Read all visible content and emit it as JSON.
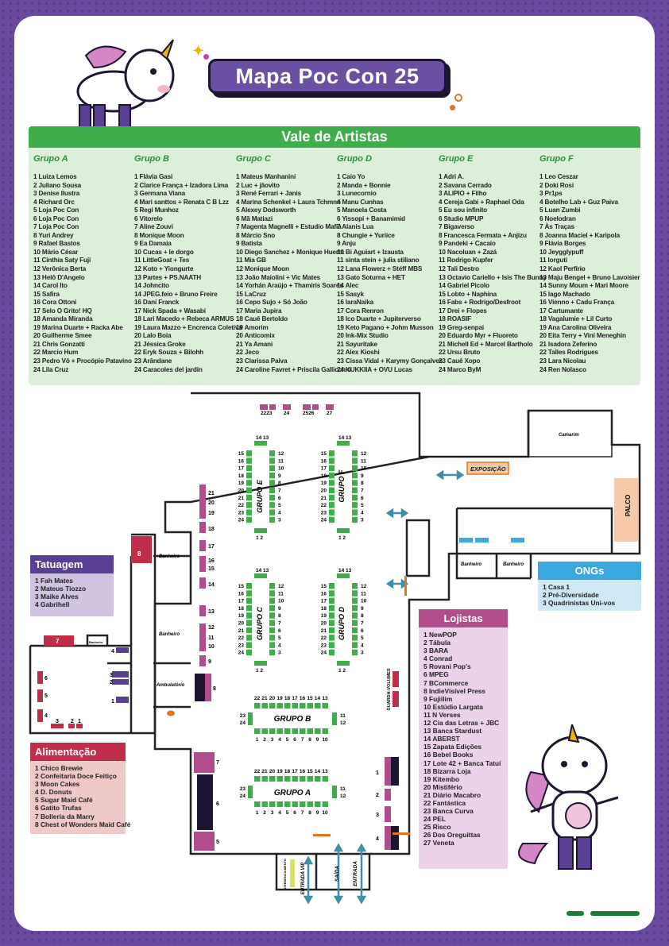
{
  "title": "Mapa Poc Con 25",
  "artists": {
    "heading": "Vale de Artistas",
    "groups": [
      {
        "name": "Grupo A",
        "items": [
          "1 Luiza Lemos",
          "2 Juliano Sousa",
          "3 Denise Ilustra",
          "4 Richard Orc",
          "5 Loja Poc Con",
          "6 Loja Poc Con",
          "7 Loja Poc Con",
          "8 Yuri Andrey",
          "9 Rafael Bastos",
          "10 Mário César",
          "11 Cinthia Saty Fuji",
          "12 Verônica Berta",
          "13 Helô D'Angelo",
          "14 Carol Ito",
          "15 Safira",
          "16 Cora Ottoni",
          "17 Selo O Grito! HQ",
          "18 Amanda Miranda",
          "19 Marina Duarte + Racka Abe",
          "20 Guilherme Smee",
          "21 Chris Gonzatti",
          "22 Marcio Hum",
          "23 Pedro Vô + Procópio Patavino",
          "24 Lila Cruz"
        ]
      },
      {
        "name": "Grupo B",
        "items": [
          "1 Flávia Gasi",
          "2 Clarice França + Izadora Lima",
          "3 Germana Viana",
          "4 Mari santtos + Renata C B Lzz",
          "5 Regi Munhoz",
          "6 Vitorelo",
          "7 Aline Zouvi",
          "8 Monique Moon",
          "9 Ea Damaia",
          "10 Cucas + le dorgo",
          "11 LittleGoat + Tes",
          "12 Koto + Yiongurte",
          "13 Partes + PS.NAATH",
          "14 Johncito",
          "14 JPEG.feio + Bruno Freire",
          "16 Dani Franck",
          "17 Nick Spada + Wasabi",
          "18 Lari Macedo + Rebeca ARMUS",
          "19 Laura Mazzo + Encrenca Coletiva",
          "20 Lalo Boia",
          "21 Jéssica Groke",
          "22 Eryk Souza + Bilohh",
          "23 Arândane",
          "24 Caracoles del jardín"
        ]
      },
      {
        "name": "Grupo C",
        "items": [
          "1 Mateus Manhanini",
          "2 Luc + jãovito",
          "3 René Ferrari + Janis",
          "4 Marina Schenkel + Laura Tchmnn",
          "5 Alexey Dodsworth",
          "6 Mã Matiazi",
          "7 Magenta Magnelli + Estudio Mafia",
          "8 Márcio Sno",
          "9 Batista",
          "10 Diego Sanchez + Monique Huerta",
          "11 Mia GB",
          "12 Monique Moon",
          "13 João Maiolini + Vic Mates",
          "14 Yorhán Araújo + Thamiris Soares",
          "15 LaCruz",
          "16 Cepo Sujo + Só João",
          "17 Maria Jupira",
          "18 Cauê Bertoldo",
          "19 Amorim",
          "20 Anticomix",
          "21 Ya Amani",
          "22 Jeco",
          "23 Clarissa Paiva",
          "24 Caroline Favret + Priscila Gallicchio"
        ]
      },
      {
        "name": "Grupo D",
        "items": [
          "1 Caio Yo",
          "2 Manda + Bonnie",
          "3 Lunecornio",
          "4 Manu Cunhas",
          "5 Manoela Costa",
          "6 Yissopi + Banamimid",
          "7 Alanis Lua",
          "8 Chungie + Yuriice",
          "9 Anju",
          "10 Bi Aguiart + Izausta",
          "11 sinta stein + julia stiliano",
          "12 Lana Flowerz + Stéff MBS",
          "13 Gato Soturna + HET",
          "14 Alec",
          "15 Sasyk",
          "16 laraNaika",
          "17 Cora Renron",
          "18 Ico Duarte + Jupiterverso",
          "19 Keto Pagano + Johm Musson",
          "20 Ink-Mix Studio",
          "21 Sayuritake",
          "22 Alex Kioshi",
          "23 Cissa Vidal + Karymy Gonçalves",
          "24 KUKKIIA + OVU Lucas"
        ]
      },
      {
        "name": "Grupo E",
        "items": [
          "1 Adri A.",
          "2 Savana Cerrado",
          "3 ALIPIO + Filho",
          "4 Cereja Gabi + Raphael Oda",
          "5 Eu sou infinito",
          "6 Studio MPUP",
          "7 Bigaverso",
          "8 Francesca Fermata + Anjizu",
          "9 Pandeki + Cacaio",
          "10 Nacoluan + Zazá",
          "11 Rodrigo Kupfer",
          "12 Tali Destro",
          "13 Octavio Cariello + Isis The Bunny",
          "14 Gabriel Picolo",
          "15 Lobto + Naphina",
          "16 Fabs + Rodrigo/Desfroot",
          "17 Drei + Flopes",
          "18 ROASIF",
          "19 Greg-senpai",
          "20 Eduardo Myr + Fluoreto",
          "21 Michell Ed + Marcel Bartholo",
          "22 Ursu Bruto",
          "23 Cauê Xopo",
          "24 Marco ByM"
        ]
      },
      {
        "name": "Grupo F",
        "items": [
          "1 Leo Ceszar",
          "2 Doki Rosi",
          "3 Pr1ps",
          "4 Botelho Lab + Guz Paiva",
          "5 Luan Zumbi",
          "6 Noelodran",
          "7 Às Traças",
          "8 Joanna Maciel + Karipola",
          "9 Flávia Borges",
          "10 Jeygglypuff",
          "11 Iorguti",
          "12 Kaol Perfírio",
          "13 Maju Bengel + Bruno Lavoisier",
          "14 Sunny Moum + Mari Moore",
          "15 Iago Machado",
          "16 Vienno + Cadu França",
          "17 Cartumante",
          "18 Vagalumie + Lil Curto",
          "19 Ana Carolina Oliveira",
          "20 Eita Terry + Vini Meneghin",
          "21 Isadora Zeferino",
          "22 Talles Rodrigues",
          "23 Lara Nicolau",
          "24 Ren Nolasco"
        ]
      }
    ]
  },
  "tatuagem": {
    "heading": "Tatuagem",
    "items": [
      "1 Fah Mates",
      "2 Mateus Tiozzo",
      "3 Maike Alves",
      "4 Gabrihell"
    ]
  },
  "alimentacao": {
    "heading": "Alimentação",
    "items": [
      "1 Chico Brewie",
      "2 Confeitaria Doce Feitiço",
      "3 Moon Cakes",
      "4 D. Donuts",
      "5 Sugar Maid Café",
      "6 Gatito Trufas",
      "7 Bolleria da Marry",
      "8 Chest of Wonders Maid Café"
    ]
  },
  "ongs": {
    "heading": "ONGs",
    "items": [
      "1 Casa 1",
      "2 Pré-Diversidade",
      "3 Quadrinistas Uni-vos"
    ]
  },
  "lojistas": {
    "heading": "Lojistas",
    "items": [
      "1 NewPOP",
      "2 Tábula",
      "3 BARA",
      "4 Conrad",
      "5 Rovani Pop's",
      "6 MPEG",
      "7 BCommerce",
      "8 IndieVisível Press",
      "9 Fujiilim",
      "10 Estúdio Largata",
      "11 N Verses",
      "12 Cia das Letras + JBC",
      "13 Banca Stardust",
      "14 ABERST",
      "15 Zapata Edições",
      "16 Bebel Books",
      "17 Lote 42 + Banca Tatuí",
      "18 Bizarra Loja",
      "19 Kitembo",
      "20 Mistifério",
      "21 Diário Macabro",
      "22 Fantástica",
      "23 Banca Curva",
      "24 PEL",
      "25 Risco",
      "26 Dos Oreguittas",
      "27 Veneta"
    ]
  },
  "map": {
    "rooms": {
      "camarim": "Camarim",
      "palco": "PALCO",
      "exposicao": "EXPOSIÇÃO",
      "banheiro": "Banheiro",
      "ambulatorio": "Ambulatório",
      "entrada_vip": "ENTRADA VIP",
      "entrada": "ENTRADA",
      "saida": "SAÍDA",
      "guarda_volumes": "GUARDA-VOLUMES",
      "credenciamento": "CREDENCIAMENTO"
    },
    "groups": {
      "e": "GRUPO E",
      "f": "GRUPO F",
      "c": "GRUPO C",
      "d": "GRUPO D",
      "b": "GRUPO B",
      "a": "GRUPO A"
    },
    "top_labels": [
      "2223",
      "24",
      "2526",
      "27"
    ]
  },
  "colors": {
    "purple": "#6b4fa3",
    "green": "#3fae4a",
    "pink": "#b14d8c",
    "red": "#c12e49",
    "blue": "#3aa7de",
    "orange": "#e8731f"
  }
}
